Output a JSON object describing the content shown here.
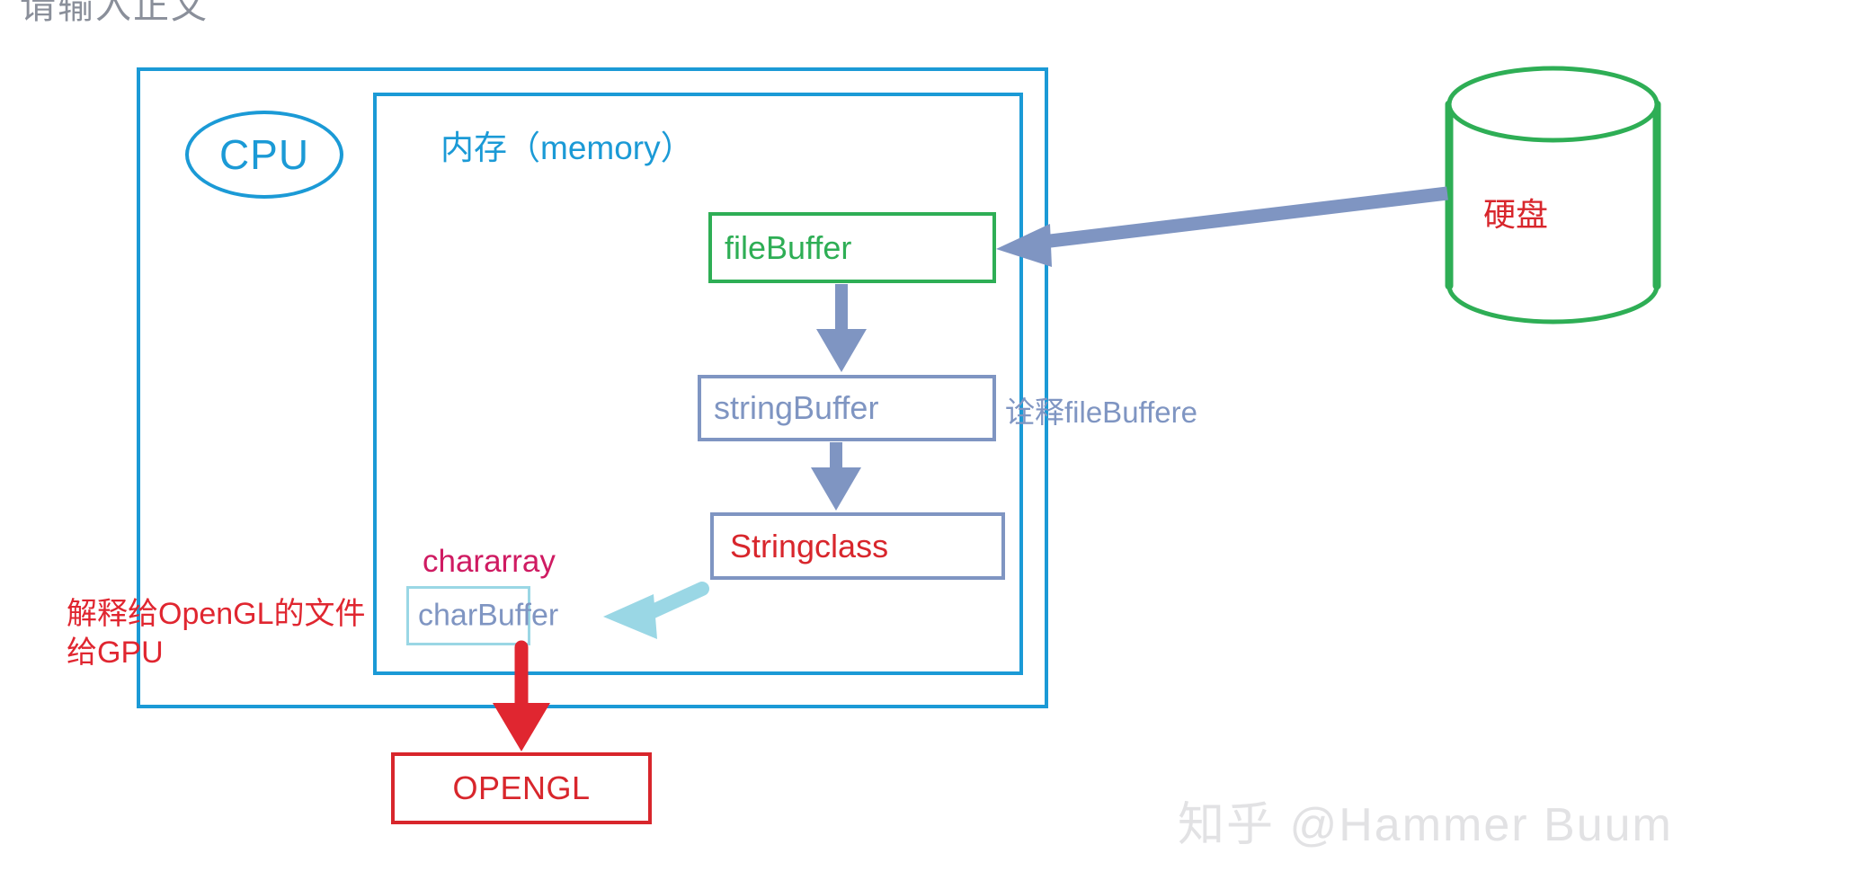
{
  "page": {
    "top_heading": "请输入正文",
    "background_color": "#ffffff"
  },
  "diagram": {
    "cpu": {
      "label": "CPU",
      "color": "#1b9ad6"
    },
    "memory": {
      "label": "内存（memory）",
      "color": "#1b9ad6"
    },
    "boxes": {
      "file_buffer": {
        "label": "fileBuffer",
        "border_color": "#2eae55",
        "text_color": "#2eae55"
      },
      "string_buffer": {
        "label": "stringBuffer",
        "border_color": "#7f95c2",
        "text_color": "#7f95c2"
      },
      "string_class": {
        "label": "Stringclass",
        "border_color": "#7f95c2",
        "text_color": "#d8262c"
      },
      "char_buffer": {
        "label": "charBuffer",
        "border_color": "#9ad7e5",
        "text_color": "#7f95c2"
      },
      "opengl": {
        "label": "OPENGL",
        "border_color": "#d8262c",
        "text_color": "#d8262c"
      }
    },
    "labels": {
      "chararray": {
        "text": "chararray",
        "color": "#cf1b62"
      },
      "interpret_filebuffer": {
        "text": "诠释fileBuffere",
        "color": "#7f95c2"
      },
      "opengl_note_line1": "解释给OpenGL的文件",
      "opengl_note_line2": "给GPU",
      "opengl_note_color": "#e02630",
      "hard_disk": {
        "text": "硬盘",
        "color": "#d8262c"
      }
    },
    "storage": {
      "name": "hard-disk-cylinder",
      "color": "#2eae55"
    },
    "arrows": [
      {
        "name": "disk-to-filebuffer",
        "color": "#7f95c2",
        "from": "hard-disk",
        "to": "fileBuffer"
      },
      {
        "name": "filebuffer-to-stringbuffer",
        "color": "#7f95c2",
        "from": "fileBuffer",
        "to": "stringBuffer"
      },
      {
        "name": "stringbuffer-to-stringclass",
        "color": "#7f95c2",
        "from": "stringBuffer",
        "to": "Stringclass"
      },
      {
        "name": "stringclass-to-charbuffer",
        "color": "#9ad7e5",
        "from": "Stringclass",
        "to": "charBuffer"
      },
      {
        "name": "charbuffer-to-opengl",
        "color": "#e02630",
        "from": "charBuffer",
        "to": "OPENGL"
      }
    ]
  },
  "watermark": {
    "text": "知乎 @Hammer Buum",
    "color": "#e2e2e4"
  }
}
